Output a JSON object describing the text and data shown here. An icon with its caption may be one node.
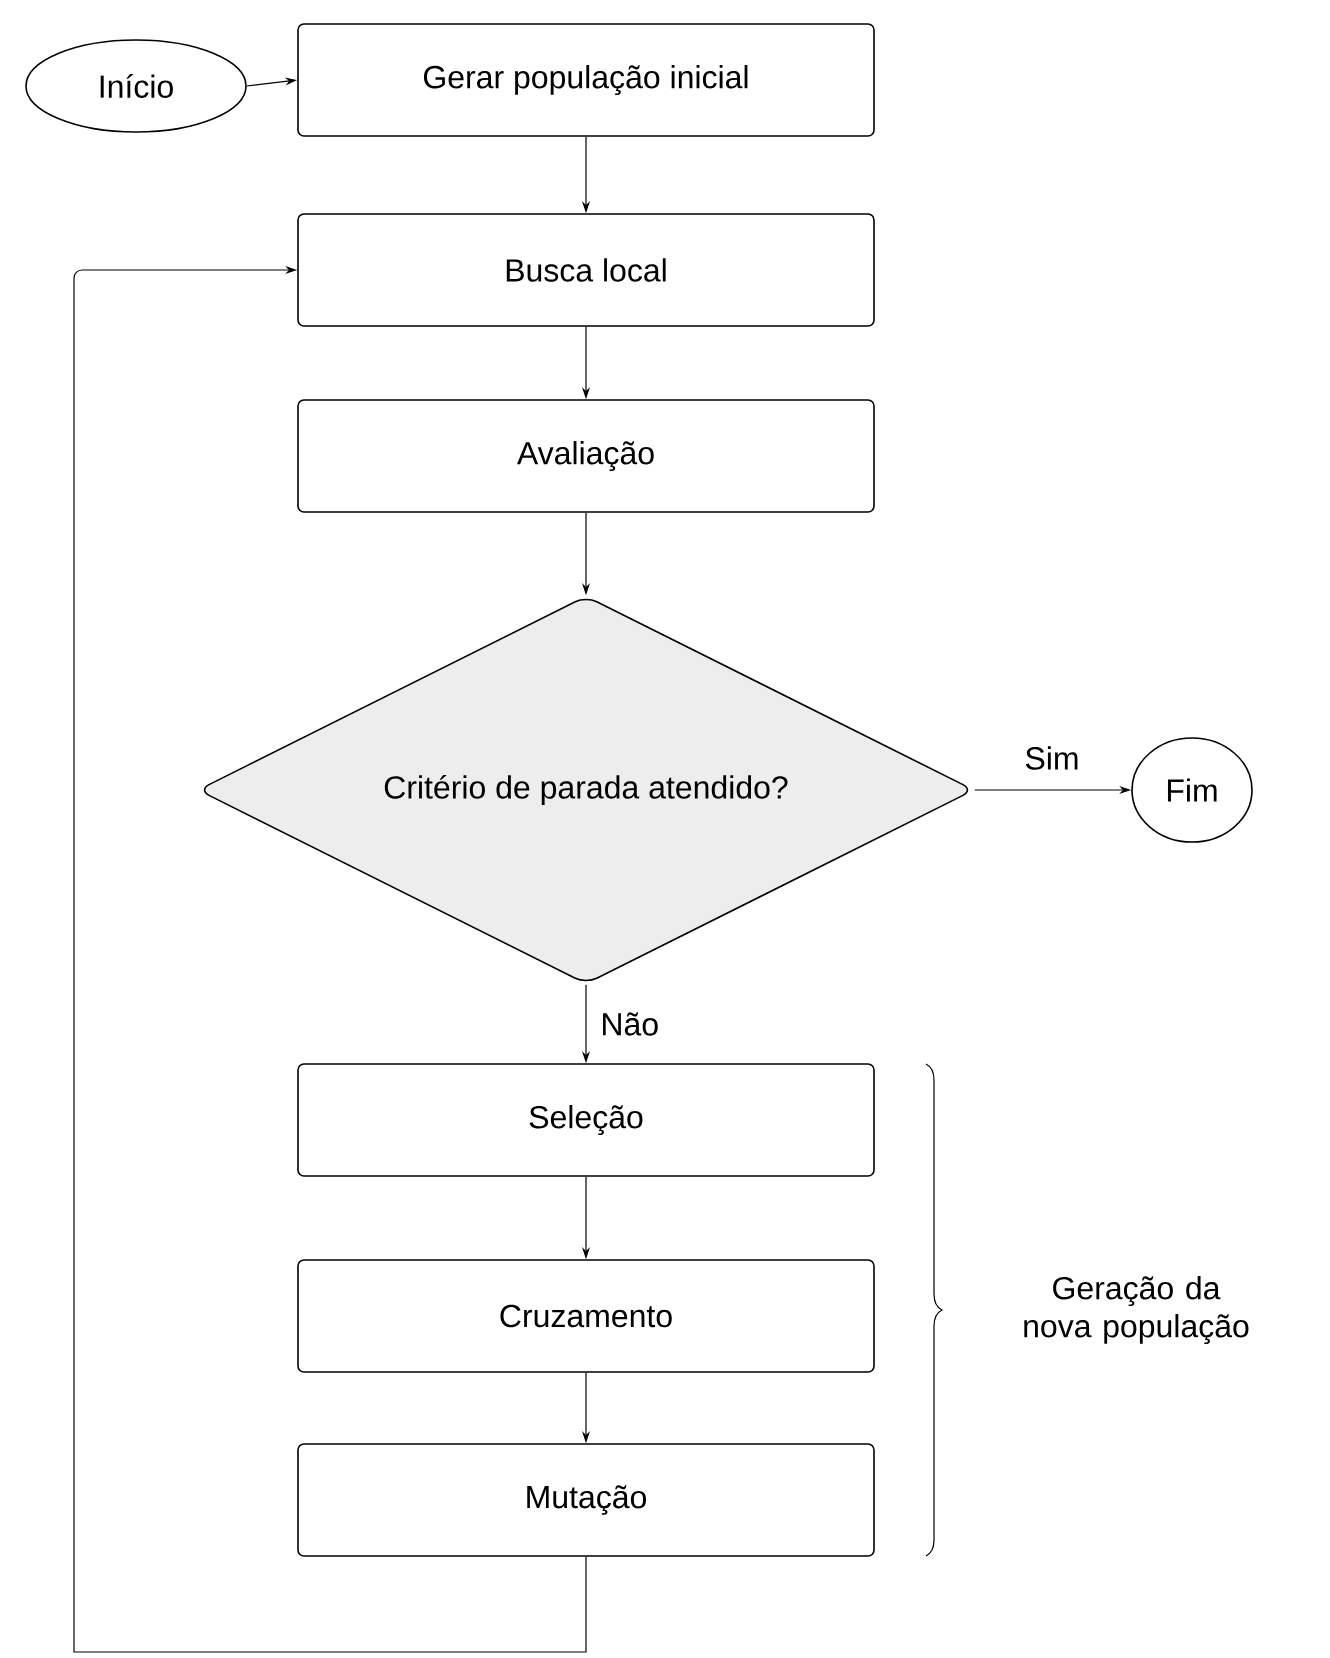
{
  "diagram": {
    "nodes": [
      {
        "text": [
          "Início"
        ]
      },
      {
        "text": [
          "Gerar população inicial"
        ]
      },
      {
        "text": [
          "Busca local"
        ]
      },
      {
        "text": [
          "Avaliação"
        ]
      },
      {
        "text": [
          "Critério de parada atendido?"
        ]
      },
      {
        "text": [
          "Fim"
        ]
      },
      {
        "text": [
          "Seleção"
        ]
      },
      {
        "text": [
          "Cruzamento"
        ]
      },
      {
        "text": [
          "Mutação"
        ]
      }
    ],
    "edges": [
      {
        "from": 0,
        "to": 1,
        "arrow": "to"
      },
      {
        "from": 1,
        "to": 2,
        "arrow": "to"
      },
      {
        "from": 2,
        "to": 3,
        "arrow": "to"
      },
      {
        "from": 3,
        "to": 4,
        "arrow": "to"
      },
      {
        "from": 4,
        "to": 5,
        "arrow": "to",
        "label": "Sim"
      },
      {
        "from": 4,
        "to": 6,
        "arrow": "to",
        "label": "Não"
      },
      {
        "from": 6,
        "to": 7,
        "arrow": "to"
      },
      {
        "from": 7,
        "to": 8,
        "arrow": "to"
      },
      {
        "from": 8,
        "to": 2,
        "arrow": "to"
      }
    ],
    "labels": [
      "Geração da nova população"
    ]
  }
}
